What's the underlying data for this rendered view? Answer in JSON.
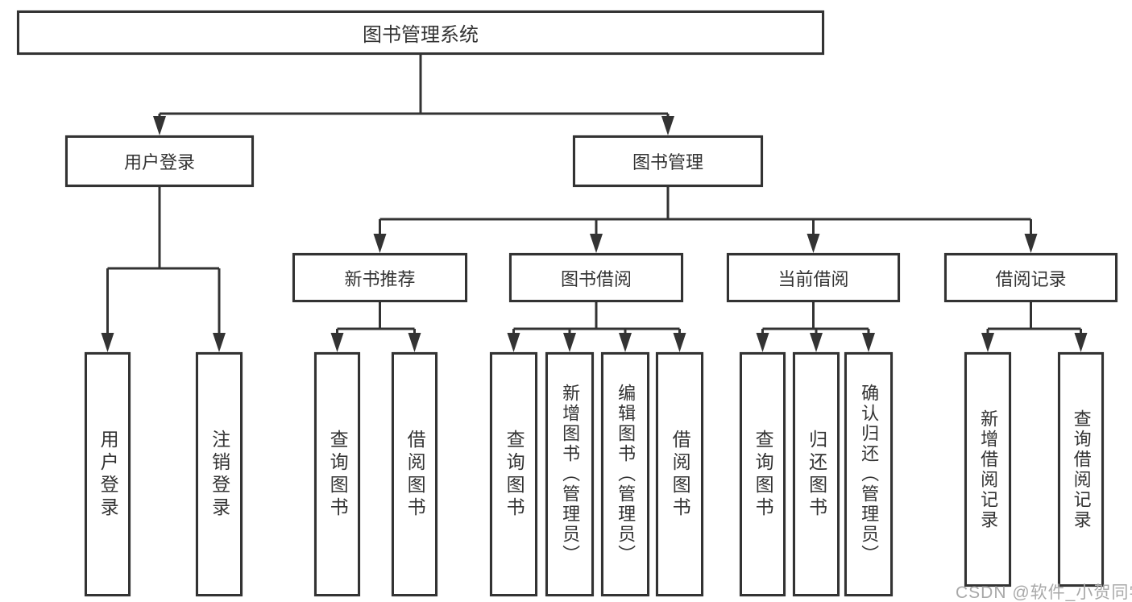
{
  "diagram": {
    "title": "图书管理系统",
    "watermark": "CSDN @软件_小贺同学",
    "colors": {
      "line": "#333333",
      "box_border": "#333333",
      "text": "#333333",
      "background": "#ffffff",
      "watermark": "#a8a8a8"
    },
    "tree": {
      "root": {
        "label": "图书管理系统",
        "children": [
          {
            "label": "用户登录",
            "children": [
              {
                "label": "用户登录"
              },
              {
                "label": "注销登录"
              }
            ]
          },
          {
            "label": "图书管理",
            "children": [
              {
                "label": "新书推荐",
                "children": [
                  {
                    "label": "查询图书"
                  },
                  {
                    "label": "借阅图书"
                  }
                ]
              },
              {
                "label": "图书借阅",
                "children": [
                  {
                    "label": "查询图书"
                  },
                  {
                    "label": "新增图书（管理员）"
                  },
                  {
                    "label": "编辑图书（管理员）"
                  },
                  {
                    "label": "借阅图书"
                  }
                ]
              },
              {
                "label": "当前借阅",
                "children": [
                  {
                    "label": "查询图书"
                  },
                  {
                    "label": "归还图书"
                  },
                  {
                    "label": "确认归还（管理员）"
                  }
                ]
              },
              {
                "label": "借阅记录",
                "children": [
                  {
                    "label": "新增借阅记录"
                  },
                  {
                    "label": "查询借阅记录"
                  }
                ]
              }
            ]
          }
        ]
      }
    }
  }
}
